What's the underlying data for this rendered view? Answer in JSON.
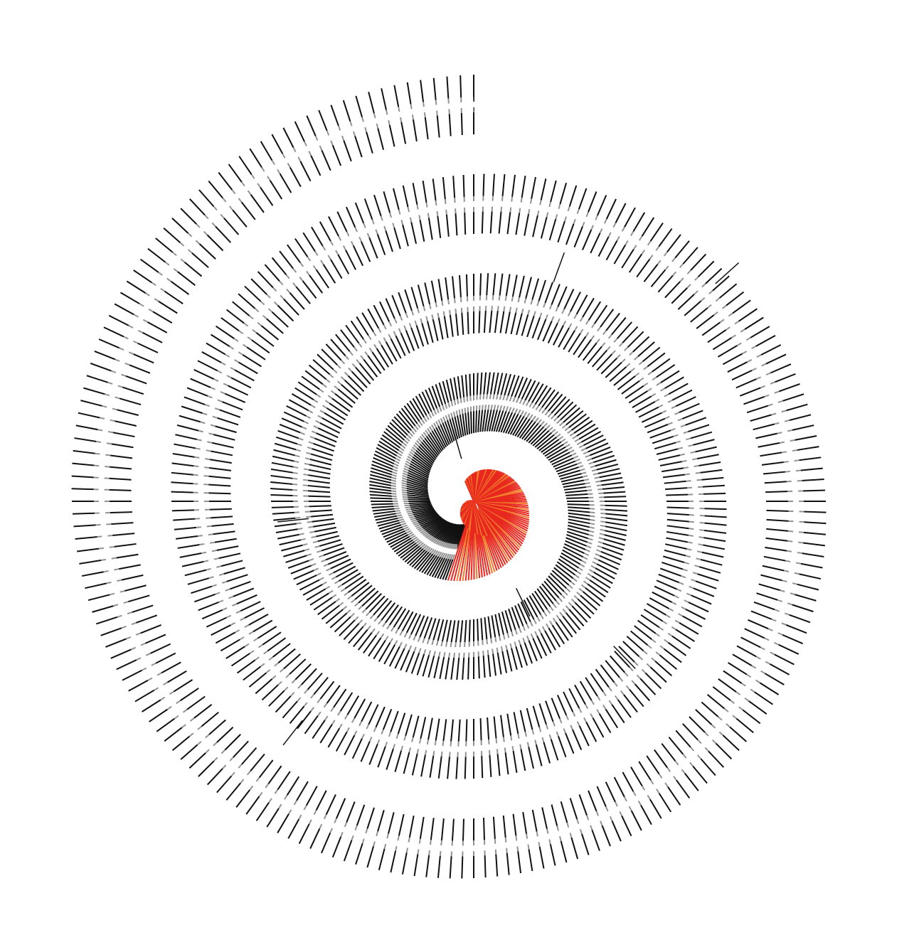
{
  "chart_data": {
    "type": "radial-spiral-bar",
    "description_of_encoding": "",
    "colors": {
      "background": "#ffffff",
      "ink_dark": "#111111",
      "ink_mid": "#777777",
      "highlight_red": "#e8281e",
      "highlight_orange": "#f07a2a"
    },
    "series": [
      {
        "values": []
      }
    ],
    "spiral": {
      "turns_dark": 4,
      "marks_per_turn": 200,
      "highlight_marks": 110,
      "gap_marks": [
        {
          "turn": 0,
          "angle_deg": 142
        },
        {
          "turn": 1,
          "angle_deg": 224
        },
        {
          "turn": 1,
          "angle_deg": 340
        },
        {
          "turn": 2,
          "angle_deg": 206
        },
        {
          "turn": 2,
          "angle_deg": 16
        },
        {
          "turn": 3,
          "angle_deg": 114
        },
        {
          "turn": 3,
          "angle_deg": 262
        },
        {
          "turn": 0,
          "angle_deg": 312
        },
        {
          "turn": 1,
          "angle_deg": 96
        }
      ]
    }
  }
}
